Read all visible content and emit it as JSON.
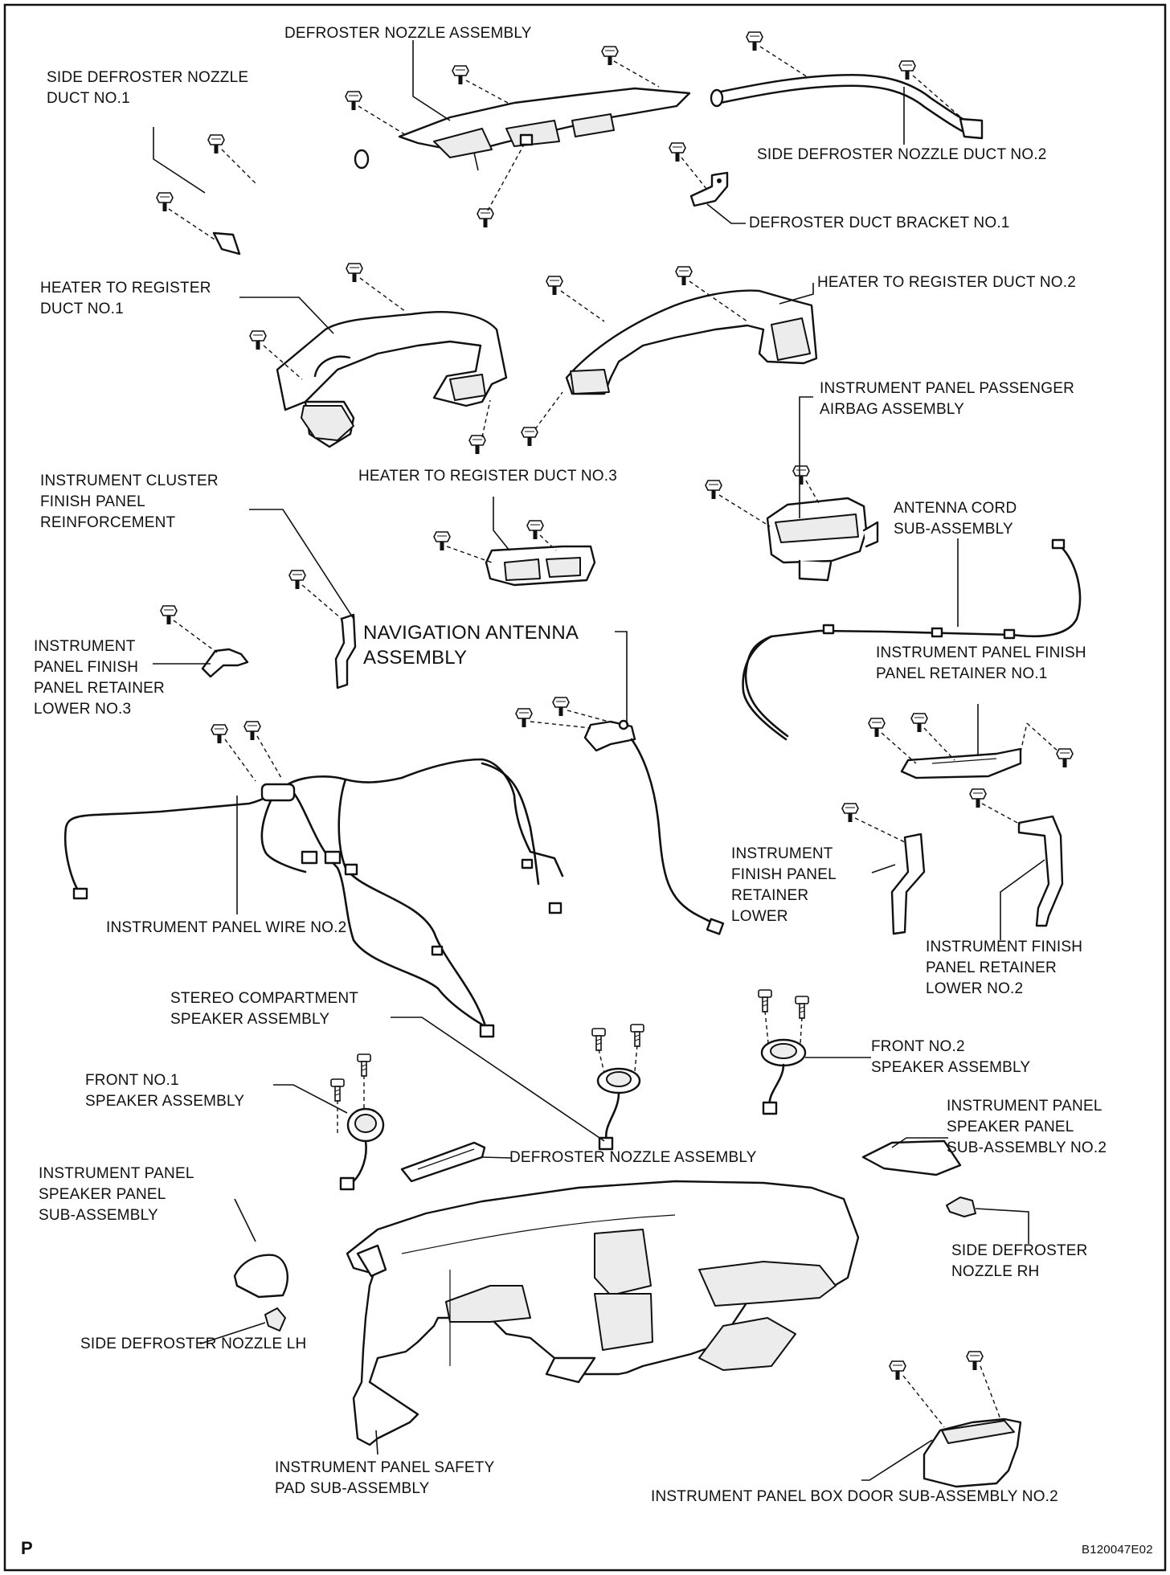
{
  "page": {
    "corner_mark": "P",
    "figure_code": "B120047E02"
  },
  "labels": {
    "defroster_nozzle_top": "DEFROSTER NOZZLE ASSEMBLY",
    "side_defroster_duct_1": "SIDE DEFROSTER NOZZLE\nDUCT NO.1",
    "side_defroster_duct_2": "SIDE DEFROSTER NOZZLE DUCT NO.2",
    "defroster_duct_bracket": "DEFROSTER DUCT BRACKET NO.1",
    "heater_duct_1": "HEATER TO REGISTER\nDUCT NO.1",
    "heater_duct_2": "HEATER TO REGISTER DUCT NO.2",
    "heater_duct_3": "HEATER TO REGISTER DUCT NO.3",
    "passenger_airbag": "INSTRUMENT PANEL PASSENGER\nAIRBAG ASSEMBLY",
    "cluster_reinforcement": "INSTRUMENT CLUSTER\nFINISH PANEL\nREINFORCEMENT",
    "antenna_cord": "ANTENNA CORD\nSUB-ASSEMBLY",
    "panel_retainer_lower_3": "INSTRUMENT\nPANEL FINISH\nPANEL RETAINER\nLOWER NO.3",
    "navigation_antenna": "NAVIGATION ANTENNA\nASSEMBLY",
    "panel_retainer_1": "INSTRUMENT PANEL FINISH\nPANEL RETAINER NO.1",
    "finish_retainer_lower": "INSTRUMENT\nFINISH PANEL\nRETAINER\nLOWER",
    "panel_wire_2": "INSTRUMENT PANEL WIRE NO.2",
    "finish_retainer_lower_2": "INSTRUMENT FINISH\nPANEL RETAINER\nLOWER NO.2",
    "stereo_speaker": "STEREO COMPARTMENT\nSPEAKER ASSEMBLY",
    "front_speaker_2": "FRONT NO.2\nSPEAKER ASSEMBLY",
    "front_speaker_1": "FRONT NO.1\nSPEAKER ASSEMBLY",
    "speaker_panel_2": "INSTRUMENT PANEL\nSPEAKER PANEL\nSUB-ASSEMBLY NO.2",
    "defroster_nozzle_mid": "DEFROSTER NOZZLE ASSEMBLY",
    "speaker_panel": "INSTRUMENT PANEL\nSPEAKER PANEL\nSUB-ASSEMBLY",
    "side_defroster_rh": "SIDE DEFROSTER\nNOZZLE RH",
    "side_defroster_lh": "SIDE DEFROSTER NOZZLE LH",
    "safety_pad": "INSTRUMENT PANEL SAFETY\nPAD SUB-ASSEMBLY",
    "box_door_2": "INSTRUMENT PANEL BOX DOOR SUB-ASSEMBLY NO.2"
  }
}
